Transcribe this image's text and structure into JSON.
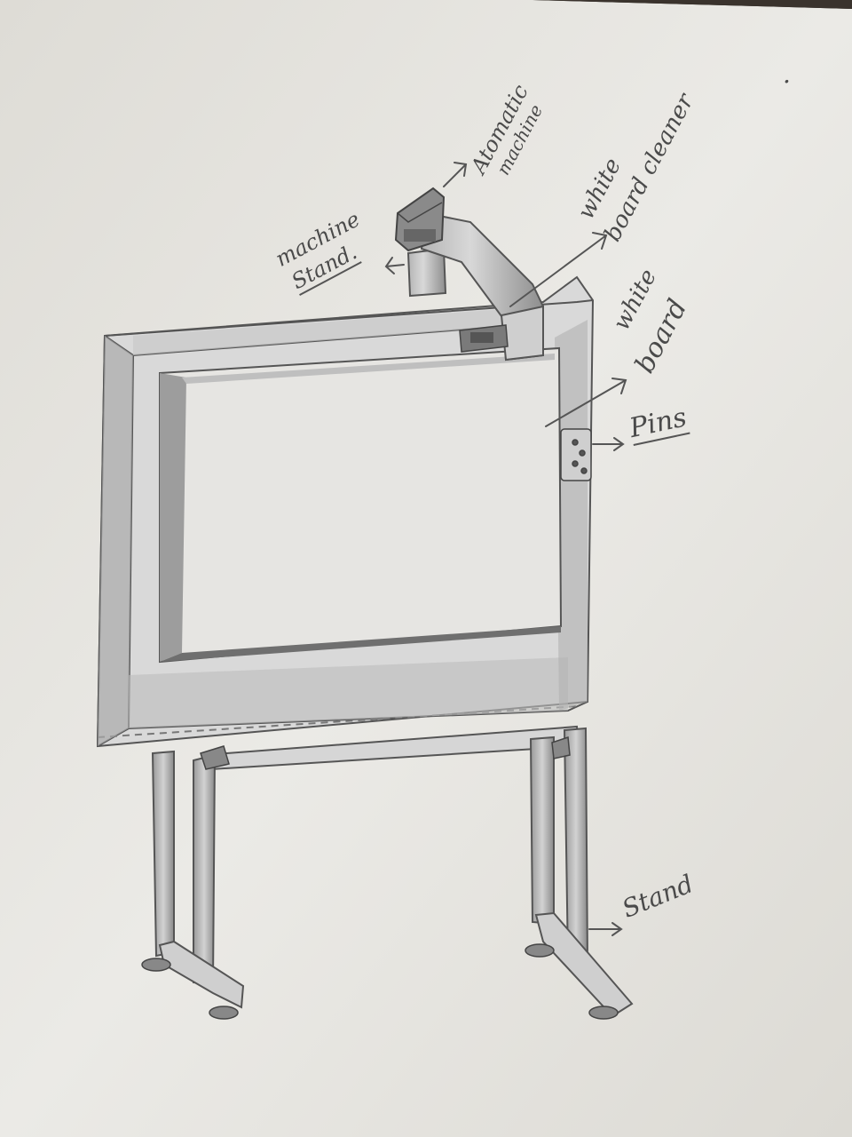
{
  "labels": {
    "automatic_1": "Atomatic",
    "automatic_2": "machine",
    "cleaner_1": "white",
    "cleaner_2": "board cleaner",
    "cleaner_dot": ".",
    "machine_stand_1": "machine",
    "machine_stand_2": "Stand.",
    "white_board_1": "white",
    "white_board_2": "board",
    "pins": "Pins",
    "stand": "Stand"
  },
  "colors": {
    "paper": "#e9e8e4",
    "pencil": "#555555",
    "shade": "#8c8c8c",
    "background": "#2b2622"
  }
}
